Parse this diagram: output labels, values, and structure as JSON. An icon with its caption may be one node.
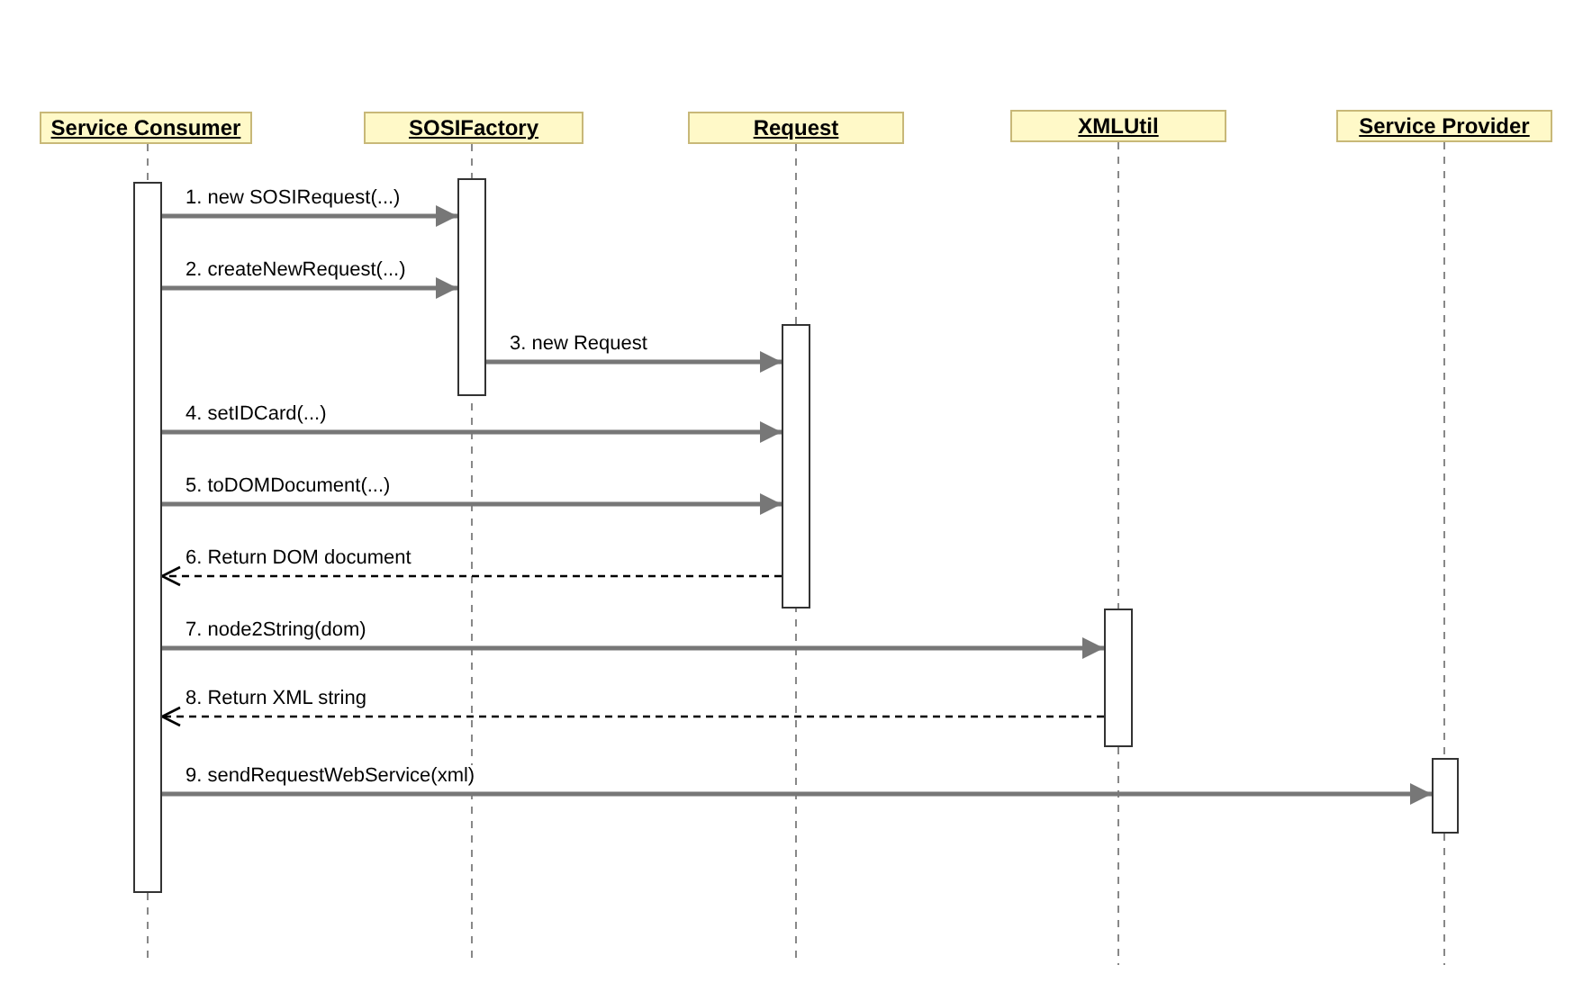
{
  "diagram": {
    "nodes": [
      {
        "text": [
          "Service Consumer"
        ]
      },
      {
        "text": [
          "SOSIFactory"
        ]
      },
      {
        "text": [
          "Request"
        ]
      },
      {
        "text": [
          "XMLUtil"
        ]
      },
      {
        "text": [
          "Service Provider"
        ]
      },
      {
        "text": [],
        "shape": "bar"
      },
      {
        "text": [],
        "shape": "bar"
      },
      {
        "text": [],
        "shape": "bar"
      },
      {
        "text": [],
        "shape": "bar"
      },
      {
        "text": [],
        "shape": "bar"
      }
    ],
    "edges": [
      {
        "from": 5,
        "to": 6,
        "arrow": "to",
        "label": "1. new SOSIRequest(...)"
      },
      {
        "from": 5,
        "to": 6,
        "arrow": "to",
        "label": "2. createNewRequest(...)"
      },
      {
        "from": 6,
        "to": 7,
        "arrow": "to",
        "label": "3. new Request"
      },
      {
        "from": 5,
        "to": 7,
        "arrow": "to",
        "label": "4. setIDCard(...)"
      },
      {
        "from": 5,
        "to": 7,
        "arrow": "to",
        "label": "5. toDOMDocument(...)"
      },
      {
        "from": 7,
        "to": 5,
        "arrow": "to",
        "label": "6. Return DOM document",
        "style": "dashed",
        "color": "#000000"
      },
      {
        "from": 5,
        "to": 8,
        "arrow": "to",
        "label": "7. node2String(dom)"
      },
      {
        "from": 8,
        "to": 5,
        "arrow": "to",
        "label": "8. Return XML string",
        "style": "dashed",
        "color": "#000000"
      },
      {
        "from": 5,
        "to": 9,
        "arrow": "to",
        "label": "9. sendRequestWebService(xml)"
      }
    ]
  }
}
